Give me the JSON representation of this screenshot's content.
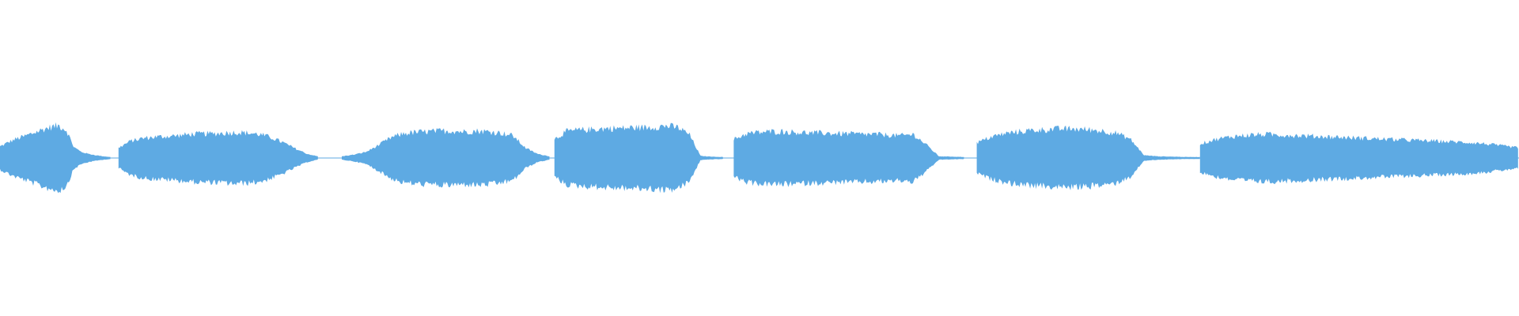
{
  "waveform": {
    "color": "#5eaae3",
    "background": "#ffffff",
    "segments": [
      {
        "name": "segment-1",
        "start": 0.0,
        "end": 0.073,
        "envelope": [
          0.34,
          0.45,
          0.55,
          0.62,
          0.7,
          0.78,
          0.86,
          0.92,
          0.96,
          0.82,
          0.32,
          0.18,
          0.12,
          0.08,
          0.05,
          0.03
        ]
      },
      {
        "name": "segment-2",
        "start": 0.078,
        "end": 0.21,
        "envelope": [
          0.3,
          0.5,
          0.58,
          0.62,
          0.64,
          0.66,
          0.7,
          0.72,
          0.72,
          0.74,
          0.76,
          0.74,
          0.7,
          0.6,
          0.45,
          0.28,
          0.12,
          0.04
        ]
      },
      {
        "name": "segment-3",
        "start": 0.225,
        "end": 0.362,
        "envelope": [
          0.05,
          0.1,
          0.18,
          0.38,
          0.6,
          0.72,
          0.76,
          0.78,
          0.8,
          0.8,
          0.78,
          0.8,
          0.78,
          0.74,
          0.66,
          0.3,
          0.12,
          0.05
        ]
      },
      {
        "name": "segment-4",
        "start": 0.365,
        "end": 0.476,
        "envelope": [
          0.55,
          0.78,
          0.82,
          0.84,
          0.86,
          0.88,
          0.88,
          0.9,
          0.9,
          0.92,
          0.95,
          0.9,
          0.7,
          0.06,
          0.04,
          0.03
        ]
      },
      {
        "name": "segment-5",
        "start": 0.483,
        "end": 0.635,
        "envelope": [
          0.55,
          0.72,
          0.76,
          0.78,
          0.78,
          0.76,
          0.74,
          0.74,
          0.72,
          0.72,
          0.7,
          0.7,
          0.68,
          0.66,
          0.7,
          0.4,
          0.05,
          0.04,
          0.03
        ]
      },
      {
        "name": "segment-6",
        "start": 0.643,
        "end": 0.79,
        "envelope": [
          0.45,
          0.62,
          0.72,
          0.78,
          0.82,
          0.84,
          0.86,
          0.86,
          0.84,
          0.8,
          0.74,
          0.56,
          0.08,
          0.05,
          0.04,
          0.03,
          0.03
        ]
      },
      {
        "name": "segment-7",
        "start": 0.79,
        "end": 1.0,
        "envelope": [
          0.42,
          0.56,
          0.64,
          0.68,
          0.7,
          0.68,
          0.66,
          0.64,
          0.62,
          0.6,
          0.58,
          0.56,
          0.54,
          0.52,
          0.5,
          0.48,
          0.46,
          0.42,
          0.36,
          0.3
        ]
      }
    ]
  }
}
